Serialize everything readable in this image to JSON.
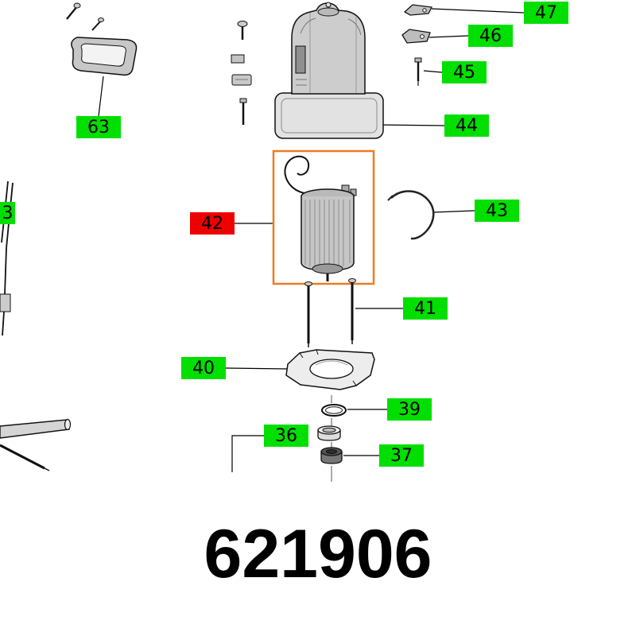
{
  "part_number": "621906",
  "colors": {
    "callout_green": "#00df00",
    "callout_red": "#ef0000",
    "highlight_orange": "#ee7b21",
    "line": "#000000",
    "background": "#ffffff"
  },
  "callouts": [
    {
      "label": "47",
      "color": "green"
    },
    {
      "label": "46",
      "color": "green"
    },
    {
      "label": "45",
      "color": "green"
    },
    {
      "label": "44",
      "color": "green"
    },
    {
      "label": "43",
      "color": "green"
    },
    {
      "label": "42",
      "color": "red",
      "highlighted": true
    },
    {
      "label": "41",
      "color": "green"
    },
    {
      "label": "40",
      "color": "green"
    },
    {
      "label": "39",
      "color": "green"
    },
    {
      "label": "36",
      "color": "green"
    },
    {
      "label": "37",
      "color": "green"
    },
    {
      "label": "63",
      "color": "green"
    },
    {
      "label": "3",
      "color": "green"
    }
  ],
  "diagram": {
    "type": "exploded-parts-drawing",
    "highlighted_part": "42",
    "parts_drawn": [
      "handle-part-63",
      "handle-screws",
      "motor-housing-44",
      "housing-small-screws",
      "lever-47",
      "lever-46",
      "pin-45",
      "cable-bracket-43",
      "field-coil-armature-42",
      "long-screws-41",
      "bearing-plate-40",
      "o-ring-39",
      "ring-36",
      "ball-bearing-37",
      "partial-bracket-left",
      "partial-rod-left"
    ]
  }
}
